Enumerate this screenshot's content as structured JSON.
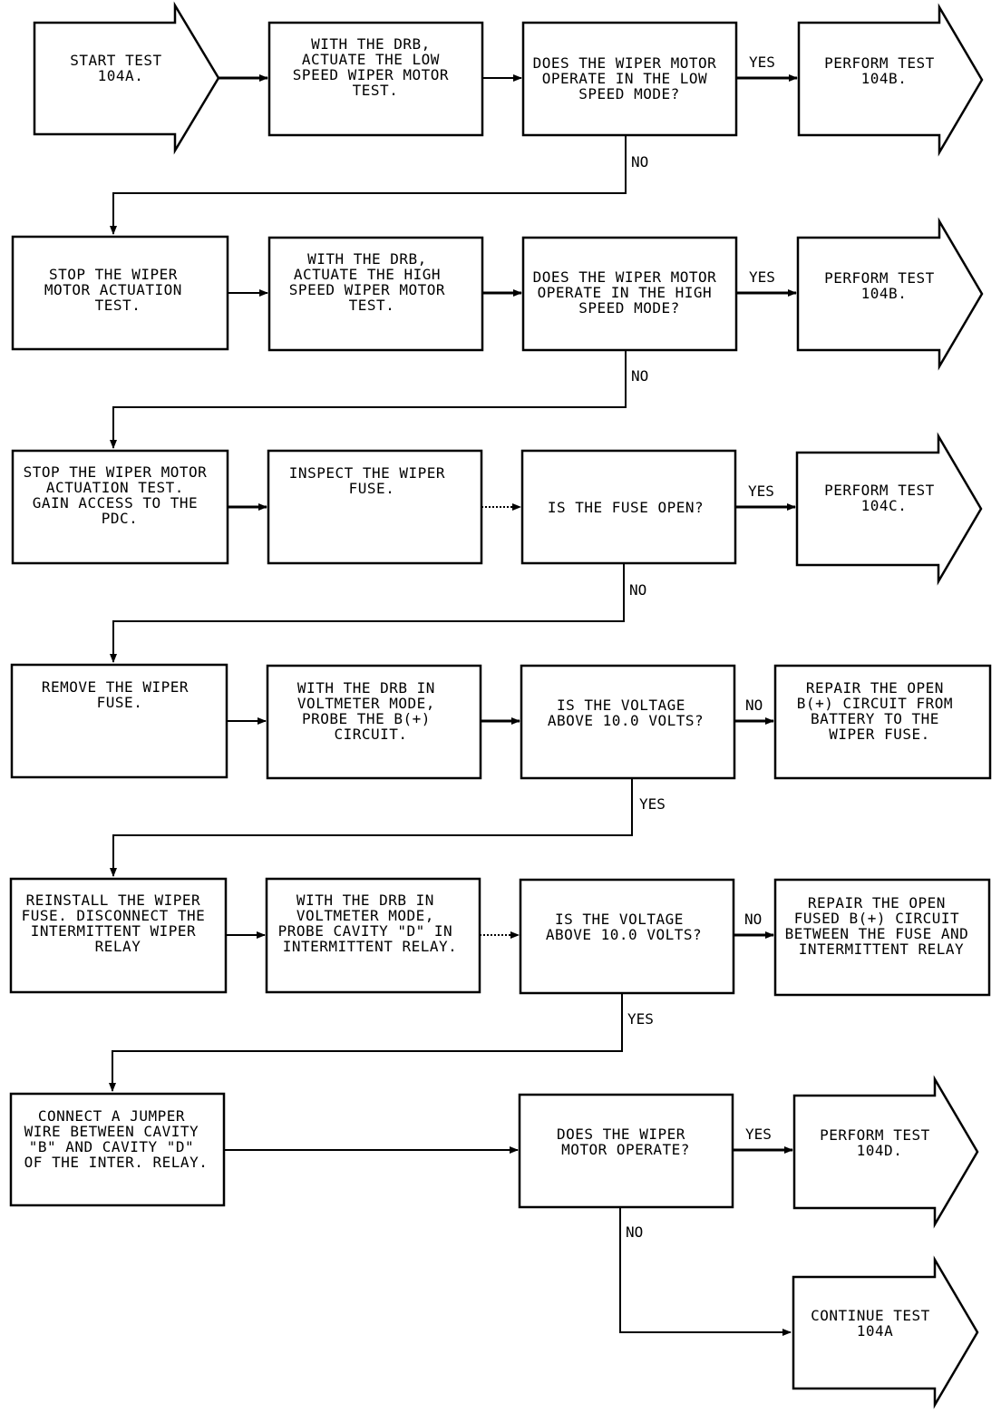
{
  "nodes": {
    "start": [
      "START TEST",
      "104A."
    ],
    "r1b": [
      "WITH THE DRB,",
      "ACTUATE THE LOW",
      "SPEED WIPER MOTOR",
      "TEST."
    ],
    "r1c": [
      "DOES THE WIPER MOTOR",
      "OPERATE IN THE LOW",
      "SPEED MODE?"
    ],
    "r1d": [
      "PERFORM TEST",
      "104B."
    ],
    "r2a": [
      "STOP THE WIPER",
      "MOTOR ACTUATION",
      "TEST."
    ],
    "r2b": [
      "WITH THE DRB,",
      "ACTUATE THE HIGH",
      "SPEED WIPER MOTOR",
      "TEST."
    ],
    "r2c": [
      "DOES THE WIPER MOTOR",
      "OPERATE IN THE HIGH",
      "SPEED MODE?"
    ],
    "r2d": [
      "PERFORM TEST",
      "104B."
    ],
    "r3a": [
      "STOP THE WIPER MOTOR",
      "ACTUATION TEST.",
      "GAIN ACCESS TO THE",
      "PDC."
    ],
    "r3b": [
      "INSPECT THE WIPER",
      "FUSE."
    ],
    "r3c": [
      "IS THE FUSE OPEN?"
    ],
    "r3d": [
      "PERFORM TEST",
      "104C."
    ],
    "r4a": [
      "REMOVE THE WIPER",
      "FUSE."
    ],
    "r4b": [
      "WITH THE DRB IN",
      "VOLTMETER MODE,",
      "PROBE THE B(+)",
      "CIRCUIT."
    ],
    "r4c": [
      "IS THE VOLTAGE",
      "ABOVE 10.0 VOLTS?"
    ],
    "r4d": [
      "REPAIR THE OPEN",
      "B(+) CIRCUIT FROM",
      "BATTERY TO THE",
      "WIPER FUSE."
    ],
    "r5a": [
      "REINSTALL THE WIPER",
      "FUSE. DISCONNECT THE",
      "INTERMITTENT WIPER",
      "RELAY"
    ],
    "r5b": [
      "WITH THE DRB IN",
      "VOLTMETER MODE,",
      "PROBE CAVITY \"D\" IN",
      "INTERMITTENT RELAY."
    ],
    "r5c": [
      "IS THE VOLTAGE",
      "ABOVE 10.0 VOLTS?"
    ],
    "r5d": [
      "REPAIR THE OPEN",
      "FUSED B(+) CIRCUIT",
      "BETWEEN THE FUSE AND",
      "INTERMITTENT RELAY"
    ],
    "r6a": [
      "CONNECT A JUMPER",
      "WIRE BETWEEN CAVITY",
      "\"B\" AND CAVITY \"D\"",
      "OF THE INTER. RELAY."
    ],
    "r6c": [
      "DOES THE WIPER",
      "MOTOR OPERATE?"
    ],
    "r6d": [
      "PERFORM TEST",
      "104D."
    ],
    "r7d": [
      "CONTINUE TEST",
      "104A"
    ]
  },
  "edge_labels": {
    "yes": "YES",
    "no": "NO"
  }
}
